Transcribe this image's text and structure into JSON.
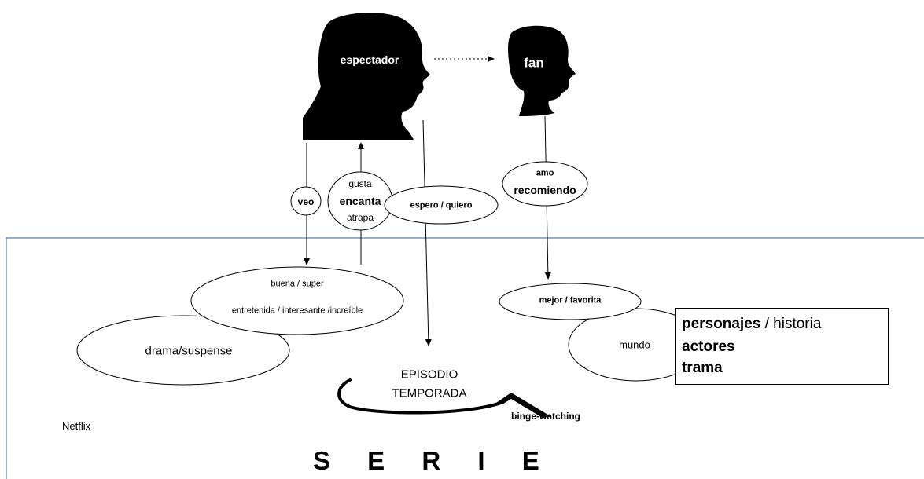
{
  "figures": {
    "viewer": "espectador",
    "fan": "fan"
  },
  "bubbles": {
    "veo": "veo",
    "gusta": "gusta",
    "encanta": "encanta",
    "atrapa": "atrapa",
    "espero": "espero / quiero",
    "amo": "amo",
    "recomiendo": "recomiendo"
  },
  "qualities": {
    "line1": "buena / super",
    "line2": "entretenida / interesante /increíble",
    "genre": "drama/suspense",
    "mejor": "mejor / favorita",
    "mundo": "mundo"
  },
  "elements_box": {
    "personajes": "personajes",
    "historia": " / historia",
    "actores": "actores",
    "trama": "trama"
  },
  "center": {
    "episodio": "EPISODIO",
    "temporada": "TEMPORADA",
    "binge": "binge-watching"
  },
  "platform": "Netflix",
  "title": "S E R I E",
  "colors": {
    "frame": "#5b7fb0",
    "ink": "#000000",
    "silhouette": "#000000"
  }
}
